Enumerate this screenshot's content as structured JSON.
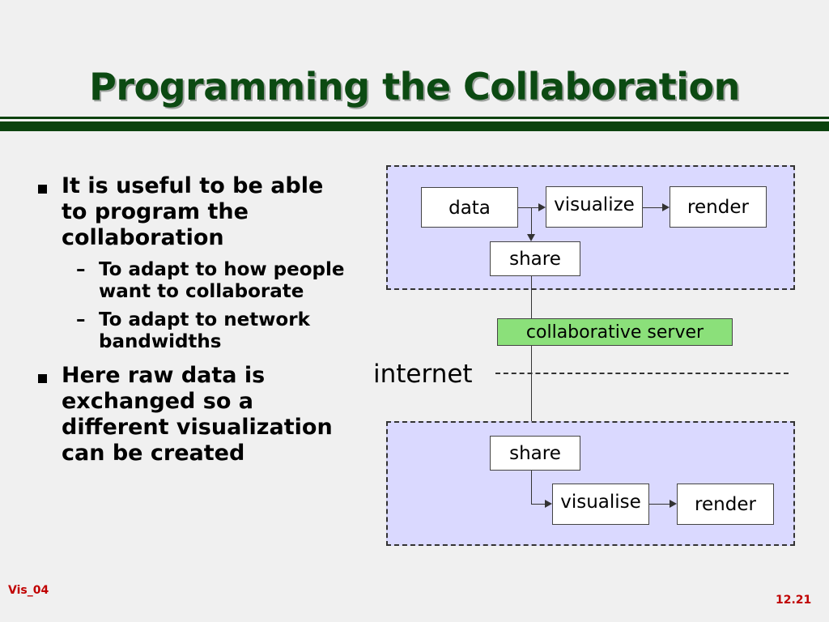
{
  "slide": {
    "title": "Programming the Collaboration",
    "bullets": [
      {
        "text": "It is useful to be able to program the collaboration",
        "subs": [
          "To adapt to how people want to collaborate",
          "To adapt to network bandwidths"
        ]
      },
      {
        "text": "Here raw data is exchanged so a different visualization can be created",
        "subs": []
      }
    ],
    "footer_left": "Vis_04",
    "footer_right": "12.21"
  },
  "diagram": {
    "top": {
      "data": "data",
      "visualize": "visualize",
      "render": "render",
      "share": "share"
    },
    "server": "collaborative server",
    "internet": "internet",
    "bottom": {
      "share": "share",
      "visualise": "visualise",
      "render": "render"
    }
  },
  "colors": {
    "title": "#0c4a12",
    "rule": "#0b420e",
    "panel": "#dad9ff",
    "server": "#8be07a",
    "footer": "#c00000"
  }
}
